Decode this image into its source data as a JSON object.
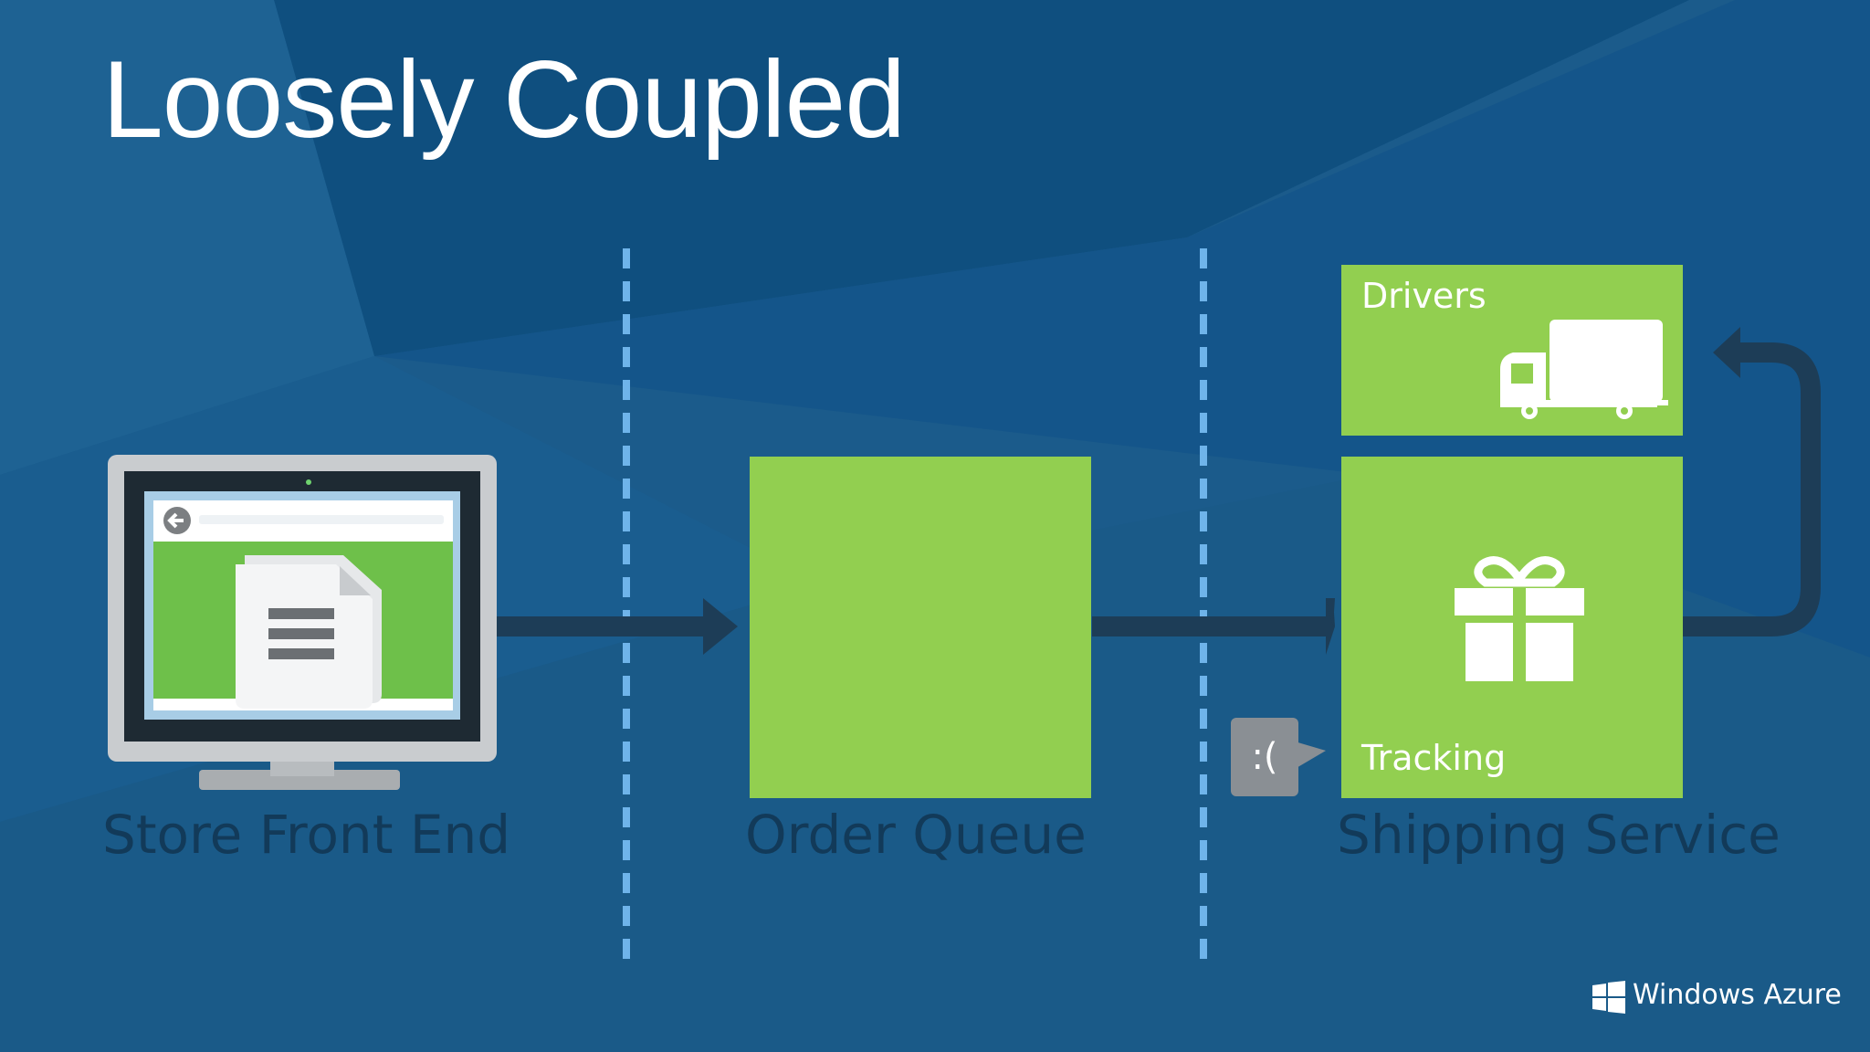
{
  "slide": {
    "title": "Loosely Coupled",
    "brand": "Windows Azure"
  },
  "diagram": {
    "nodes": [
      {
        "id": "store",
        "label": "Store Front End",
        "icon": "monitor-icon"
      },
      {
        "id": "queue",
        "label": "Order Queue"
      },
      {
        "id": "shipping",
        "label": "Shipping Service"
      }
    ],
    "tiles": {
      "drivers": {
        "label": "Drivers",
        "icon": "truck-icon"
      },
      "tracking": {
        "label": "Tracking",
        "icon": "gift-icon"
      }
    },
    "status_bubble": ":(",
    "colors": {
      "background": "#1a5a8a",
      "tile_green": "#92cf50",
      "arrow": "#1d3d57",
      "divider": "#6fb4ea",
      "label": "#123a59"
    }
  }
}
